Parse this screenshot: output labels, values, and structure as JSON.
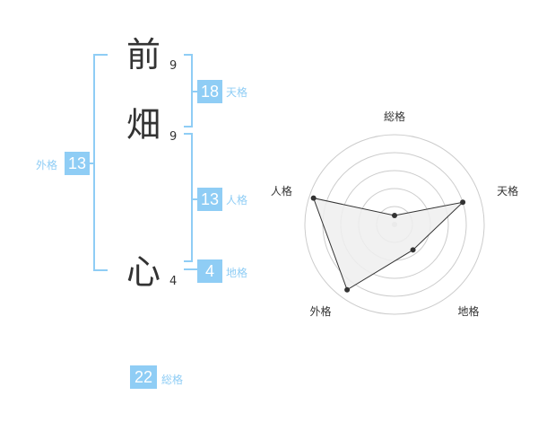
{
  "name": {
    "chars": [
      {
        "char": "前",
        "strokes": "9"
      },
      {
        "char": "畑",
        "strokes": "9"
      },
      {
        "char": "心",
        "strokes": "4"
      }
    ]
  },
  "kakusu": {
    "tenkaku": {
      "value": "18",
      "label": "天格"
    },
    "jinkaku": {
      "value": "13",
      "label": "人格"
    },
    "chikaku": {
      "value": "4",
      "label": "地格"
    },
    "gaikaku": {
      "value": "13",
      "label": "外格"
    },
    "soukaku": {
      "value": "22",
      "label": "総格"
    }
  },
  "chart_data": {
    "type": "radar",
    "axes": [
      "総格",
      "天格",
      "地格",
      "外格",
      "人格"
    ],
    "values": [
      0.1,
      0.8,
      0.35,
      0.9,
      0.95
    ],
    "rmax": 1,
    "rings": 5,
    "colors": {
      "fill": "#efefef",
      "line": "#333333",
      "grid": "#cccccc"
    }
  }
}
